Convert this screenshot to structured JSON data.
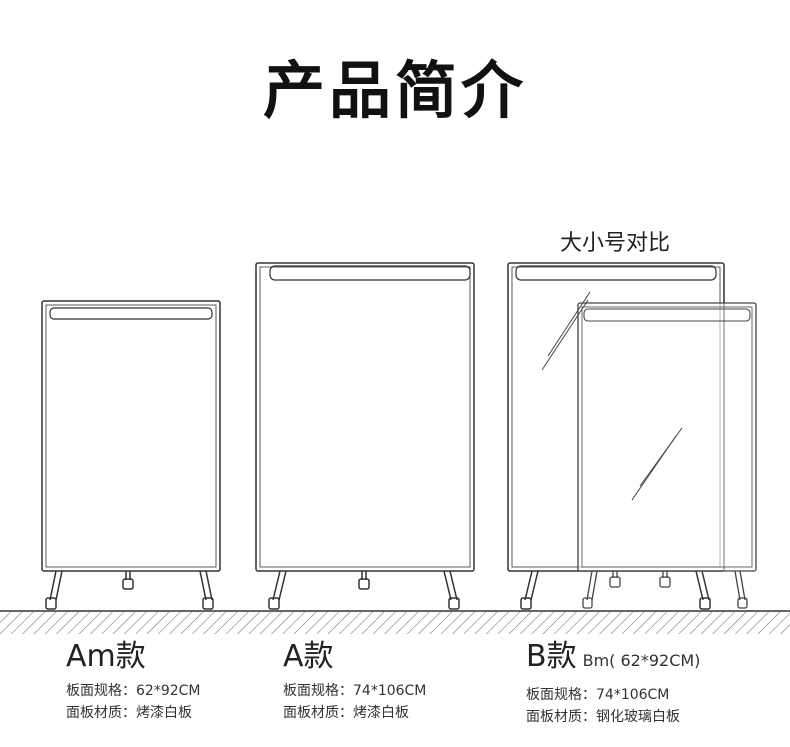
{
  "page": {
    "title": "产品简介",
    "compare_label": "大小号对比"
  },
  "products": [
    {
      "name": "Am款",
      "size_line": "板面规格：62*92CM",
      "material_line": "面板材质：烤漆白板"
    },
    {
      "name": "A款",
      "size_line": "板面规格：74*106CM",
      "material_line": "面板材质：烤漆白板"
    },
    {
      "name": "B款",
      "extra": "Bm( 62*92CM)",
      "size_line": "板面规格：74*106CM",
      "material_line": "面板材质：钢化玻璃白板"
    }
  ],
  "colors": {
    "stroke": "#333333",
    "text": "#222222",
    "background": "#ffffff"
  }
}
